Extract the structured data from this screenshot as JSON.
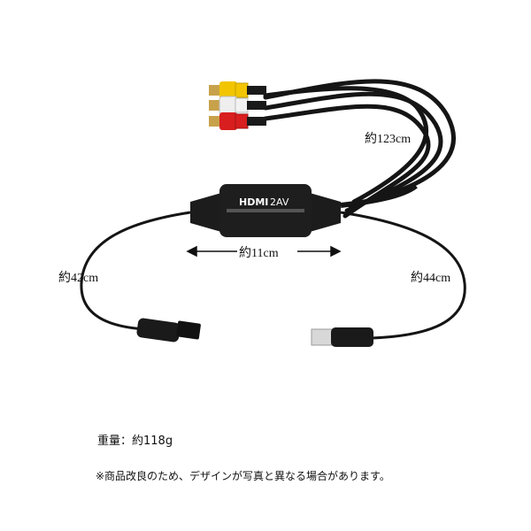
{
  "product": {
    "box_label_brand": "HDMI",
    "box_label_suffix": "2AV"
  },
  "labels": {
    "rca_cable_length": "約123cm",
    "box_length": "約11cm",
    "hdmi_cable_length": "約42cm",
    "usb_cable_length": "約44cm"
  },
  "info": {
    "weight": "重量：約118g",
    "disclaimer": "※商品改良のため、デザインが写真と異なる場合があります。"
  },
  "colors": {
    "cable": "#151515",
    "rca_yellow": "#f2c500",
    "rca_white": "#eeeeee",
    "rca_red": "#d81e1e",
    "metal": "#c8a24a"
  }
}
